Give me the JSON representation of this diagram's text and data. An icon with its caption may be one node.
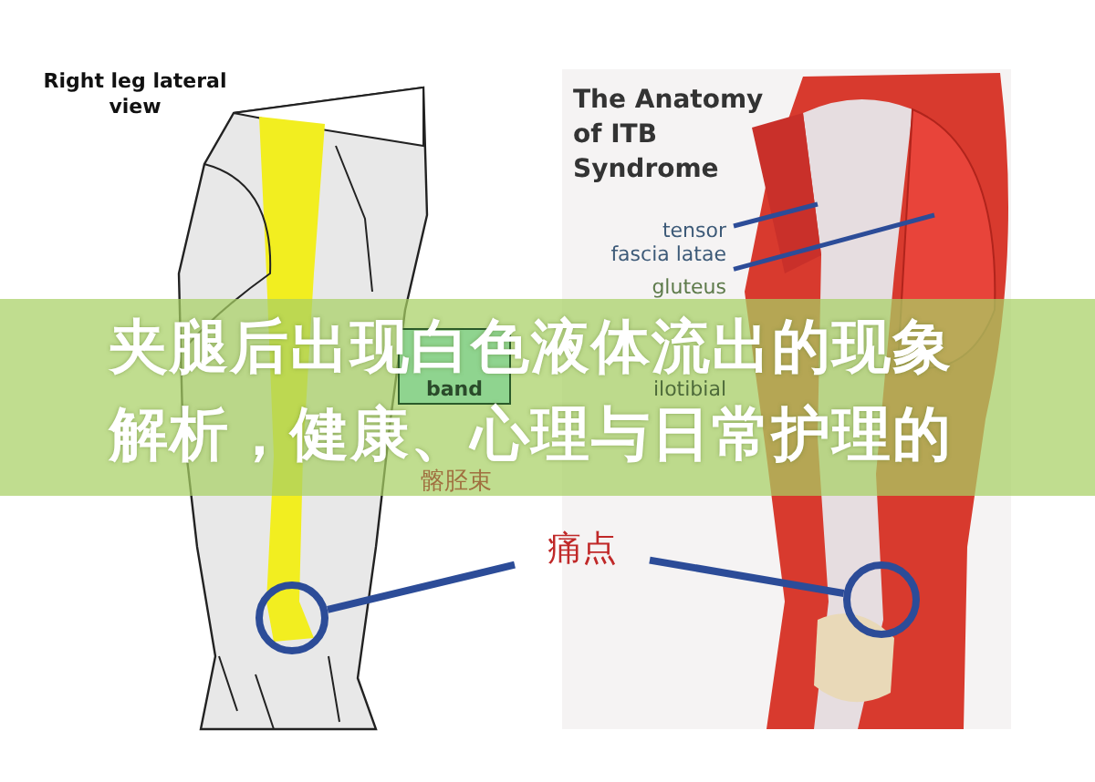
{
  "diagram": {
    "title": "夹腿后出现白色液体流出的现象解析，健康、心理与日常护理的",
    "nodes": [
      {
        "text": [
          "痛点"
        ]
      },
      {
        "text": [],
        "shape": "circle"
      },
      {
        "text": [],
        "shape": "circle"
      },
      {
        "text": [
          "tensor fascia latae"
        ]
      },
      {
        "text": [
          "gluteus"
        ]
      },
      {
        "text": [
          "band"
        ]
      }
    ],
    "edges": [
      {
        "from": 0,
        "to": 1,
        "arrow": "none"
      },
      {
        "from": 0,
        "to": 2,
        "arrow": "none"
      },
      {
        "from": 3,
        "to": null,
        "arrow": "none"
      },
      {
        "from": 4,
        "to": null,
        "arrow": "none"
      }
    ],
    "labels": [
      "Right leg lateral view",
      "The Anatomy of ITB Syndrome",
      "ilotibial",
      "髂胫束"
    ]
  }
}
